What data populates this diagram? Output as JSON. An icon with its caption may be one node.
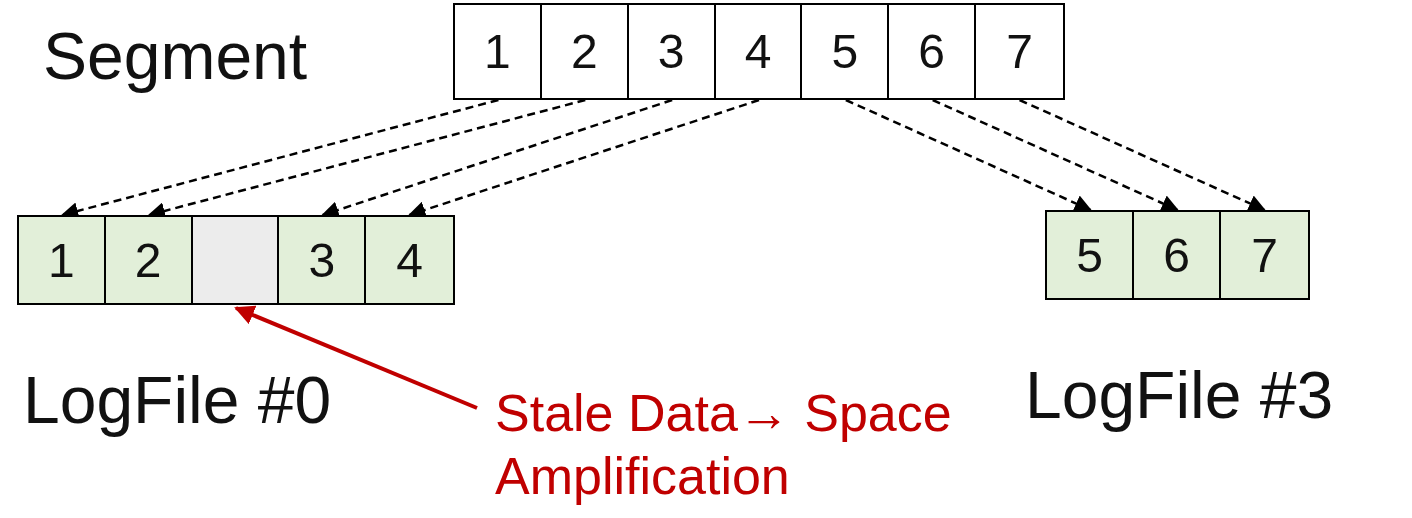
{
  "diagram": {
    "nodes": [
      {
        "text": [
          "Segment"
        ]
      },
      {
        "text": [
          "1"
        ],
        "in": 0
      },
      {
        "text": [
          "2"
        ],
        "in": 0
      },
      {
        "text": [
          "3"
        ],
        "in": 0
      },
      {
        "text": [
          "4"
        ],
        "in": 0
      },
      {
        "text": [
          "5"
        ],
        "in": 0
      },
      {
        "text": [
          "6"
        ],
        "in": 0
      },
      {
        "text": [
          "7"
        ],
        "in": 0
      },
      {
        "text": [
          "LogFile #0"
        ]
      },
      {
        "text": [
          "1"
        ],
        "in": 8
      },
      {
        "text": [
          "2"
        ],
        "in": 8
      },
      {
        "text": [],
        "shape": "box",
        "in": 8
      },
      {
        "text": [
          "3"
        ],
        "in": 8
      },
      {
        "text": [
          "4"
        ],
        "in": 8
      },
      {
        "text": [
          "LogFile #3"
        ]
      },
      {
        "text": [
          "5"
        ],
        "in": 14
      },
      {
        "text": [
          "6"
        ],
        "in": 14
      },
      {
        "text": [
          "7"
        ],
        "in": 14
      },
      {
        "text": [
          "Stale Data→ Space Amplification"
        ]
      }
    ],
    "edges": [
      {
        "from": 1,
        "to": 9,
        "arrow": "to",
        "style": "dashed"
      },
      {
        "from": 2,
        "to": 10,
        "arrow": "to",
        "style": "dashed"
      },
      {
        "from": 3,
        "to": 12,
        "arrow": "to",
        "style": "dashed"
      },
      {
        "from": 4,
        "to": 13,
        "arrow": "to",
        "style": "dashed"
      },
      {
        "from": 5,
        "to": 15,
        "arrow": "to",
        "style": "dashed"
      },
      {
        "from": 6,
        "to": 16,
        "arrow": "to",
        "style": "dashed"
      },
      {
        "from": 7,
        "to": 17,
        "arrow": "to",
        "style": "dashed"
      },
      {
        "from": 18,
        "to": 11,
        "arrow": "to",
        "color": "#c00000"
      }
    ]
  }
}
